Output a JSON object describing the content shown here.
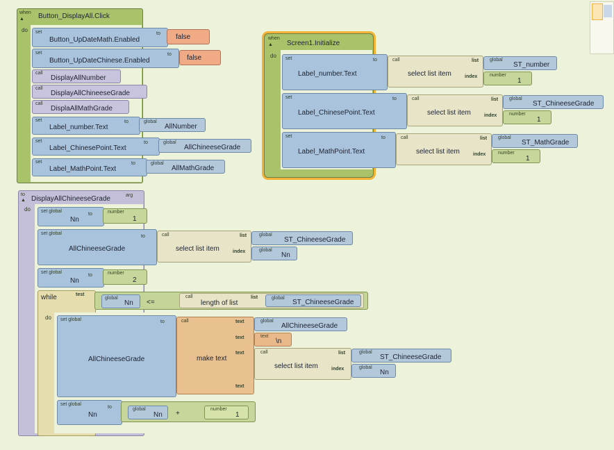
{
  "event1": {
    "when": "when",
    "name": "Button_DisplayAll.Click",
    "do": "do"
  },
  "event1_body": {
    "set": "set",
    "to": "to",
    "call": "call",
    "global": "global",
    "b1": "Button_UpDateMath.Enabled",
    "b1v": "false",
    "b2": "Button_UpDateChinese.Enabled",
    "b2v": "false",
    "c1": "DisplayAllNumber",
    "c2": "DisplayAllChineeseGrade",
    "c3": "DisplaAllMathGrade",
    "s1": "Label_number.Text",
    "s1v": "AllNumber",
    "s2": "Label_ChinesePoint.Text",
    "s2v": "AllChineeseGrade",
    "s3": "Label_MathPoint.Text",
    "s3v": "AllMathGrade"
  },
  "event2": {
    "when": "when",
    "name": "Screen1.Initialize",
    "do": "do"
  },
  "event2_body": {
    "set": "set",
    "to": "to",
    "call": "call",
    "list": "list",
    "index": "index",
    "global": "global",
    "number": "number",
    "select": "select list item",
    "r1": "Label_number.Text",
    "r1l": "ST_number",
    "r1i": "1",
    "r2": "Label_ChinesePoint.Text",
    "r2l": "ST_ChineeseGrade",
    "r2i": "1",
    "r3": "Label_MathPoint.Text",
    "r3l": "ST_MathGrade",
    "r3i": "1"
  },
  "proc": {
    "to": "to",
    "name": "DisplayAllChineeseGrade",
    "arg": "arg",
    "do": "do",
    "setglobal": "set global",
    "set": "set",
    "to_kw": "to",
    "number": "number",
    "global": "global",
    "call": "call",
    "list": "list",
    "index": "index",
    "text": "text",
    "nn": "Nn",
    "n1": "1",
    "n2": "2",
    "acg": "AllChineeseGrade",
    "select": "select list item",
    "stcg": "ST_ChineeseGrade",
    "while": "while",
    "test": "test",
    "lte": "<=",
    "length": "length of list",
    "maketext": "make text",
    "newline": "\\n",
    "plus": "+"
  }
}
